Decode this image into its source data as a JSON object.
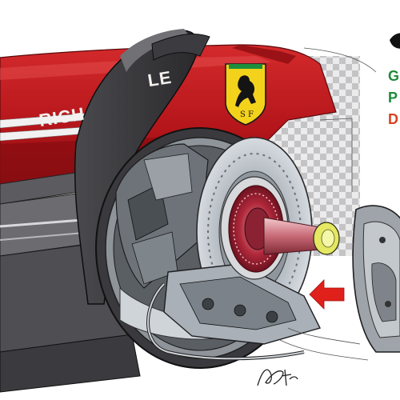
{
  "livery": {
    "text_left": "RICH",
    "text_right": "LE"
  },
  "side_letters": [
    {
      "text": "G",
      "color": "#1e8a3a"
    },
    {
      "text": "P",
      "color": "#1e8a3a"
    },
    {
      "text": "D",
      "color": "#d8431f"
    }
  ],
  "colors": {
    "body_red": "#c0141a",
    "dark_red": "#7e0d10",
    "shield_yellow": "#f3d21b",
    "arrow_red": "#e0201b",
    "disc_grey": "#b9c0c7",
    "hub_red": "#b0283a",
    "wheel_nut_yellow": "#e4e862"
  },
  "icons": {
    "logo": "prancing-horse-shield-icon",
    "indicator": "arrow-left-icon"
  }
}
